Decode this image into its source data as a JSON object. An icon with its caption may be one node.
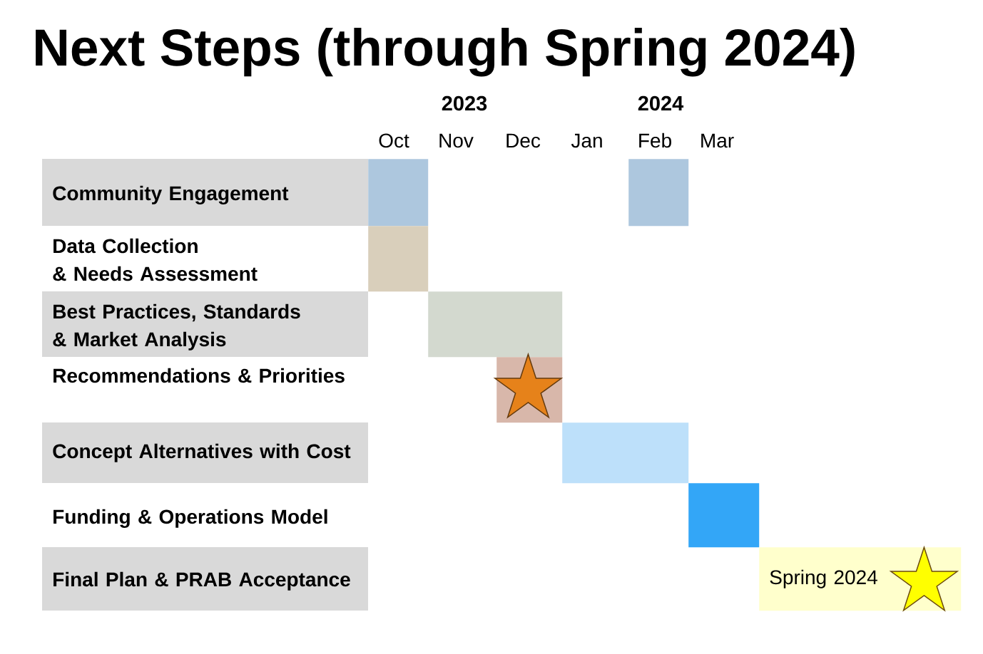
{
  "diagram": {
    "title": "Next Steps (through Spring 2024)",
    "nodes": [
      {
        "text": [
          "Community Engagement"
        ]
      },
      {
        "text": [],
        "shape": "bar"
      },
      {
        "text": [],
        "shape": "bar"
      },
      {
        "text": [
          "Data Collection & Needs Assessment"
        ]
      },
      {
        "text": [],
        "shape": "bar"
      },
      {
        "text": [
          "Best Practices, Standards & Market Analysis"
        ]
      },
      {
        "text": [],
        "shape": "bar"
      },
      {
        "text": [
          "Recommendations & Priorities"
        ]
      },
      {
        "text": [],
        "shape": "bar"
      },
      {
        "text": [],
        "shape": "star",
        "in": 8
      },
      {
        "text": [
          "Concept Alternatives with Cost"
        ]
      },
      {
        "text": [],
        "shape": "bar"
      },
      {
        "text": [
          "Funding & Operations Model"
        ]
      },
      {
        "text": [],
        "shape": "bar"
      },
      {
        "text": [
          "Final Plan & PRAB Acceptance"
        ]
      },
      {
        "text": [
          "Spring 2024"
        ]
      },
      {
        "text": [],
        "shape": "star",
        "in": 15
      }
    ],
    "labels": [
      "2023",
      "2024",
      "Oct",
      "Nov",
      "Dec",
      "Jan",
      "Feb",
      "Mar"
    ]
  }
}
